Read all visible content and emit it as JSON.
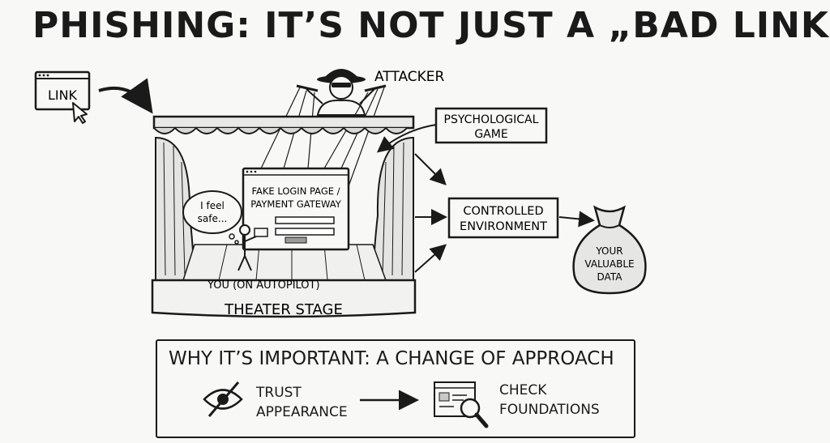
{
  "title": "PHISHING: IT’S NOT JUST A „BAD LINK”",
  "link_label": "LINK",
  "attacker_label": "ATTACKER",
  "psych_game_label": [
    "PSYCHOLOGICAL",
    "GAME"
  ],
  "fake_page_label": [
    "FAKE LOGIN PAGE /",
    "PAYMENT GATEWAY"
  ],
  "thought_bubble": [
    "I feel",
    "safe..."
  ],
  "you_label": "YOU (ON AUTOPILOT)",
  "stage_label": "THEATER STAGE",
  "controlled_env_label": [
    "CONTROLLED",
    "ENVIRONMENT"
  ],
  "data_bag_label": [
    "YOUR",
    "VALUABLE",
    "DATA"
  ],
  "why_title": "WHY IT’S IMPORTANT: A CHANGE OF APPROACH",
  "trust_label": [
    "TRUST",
    "APPEARANCE"
  ],
  "check_label": [
    "CHECK",
    "FOUNDATIONS"
  ]
}
